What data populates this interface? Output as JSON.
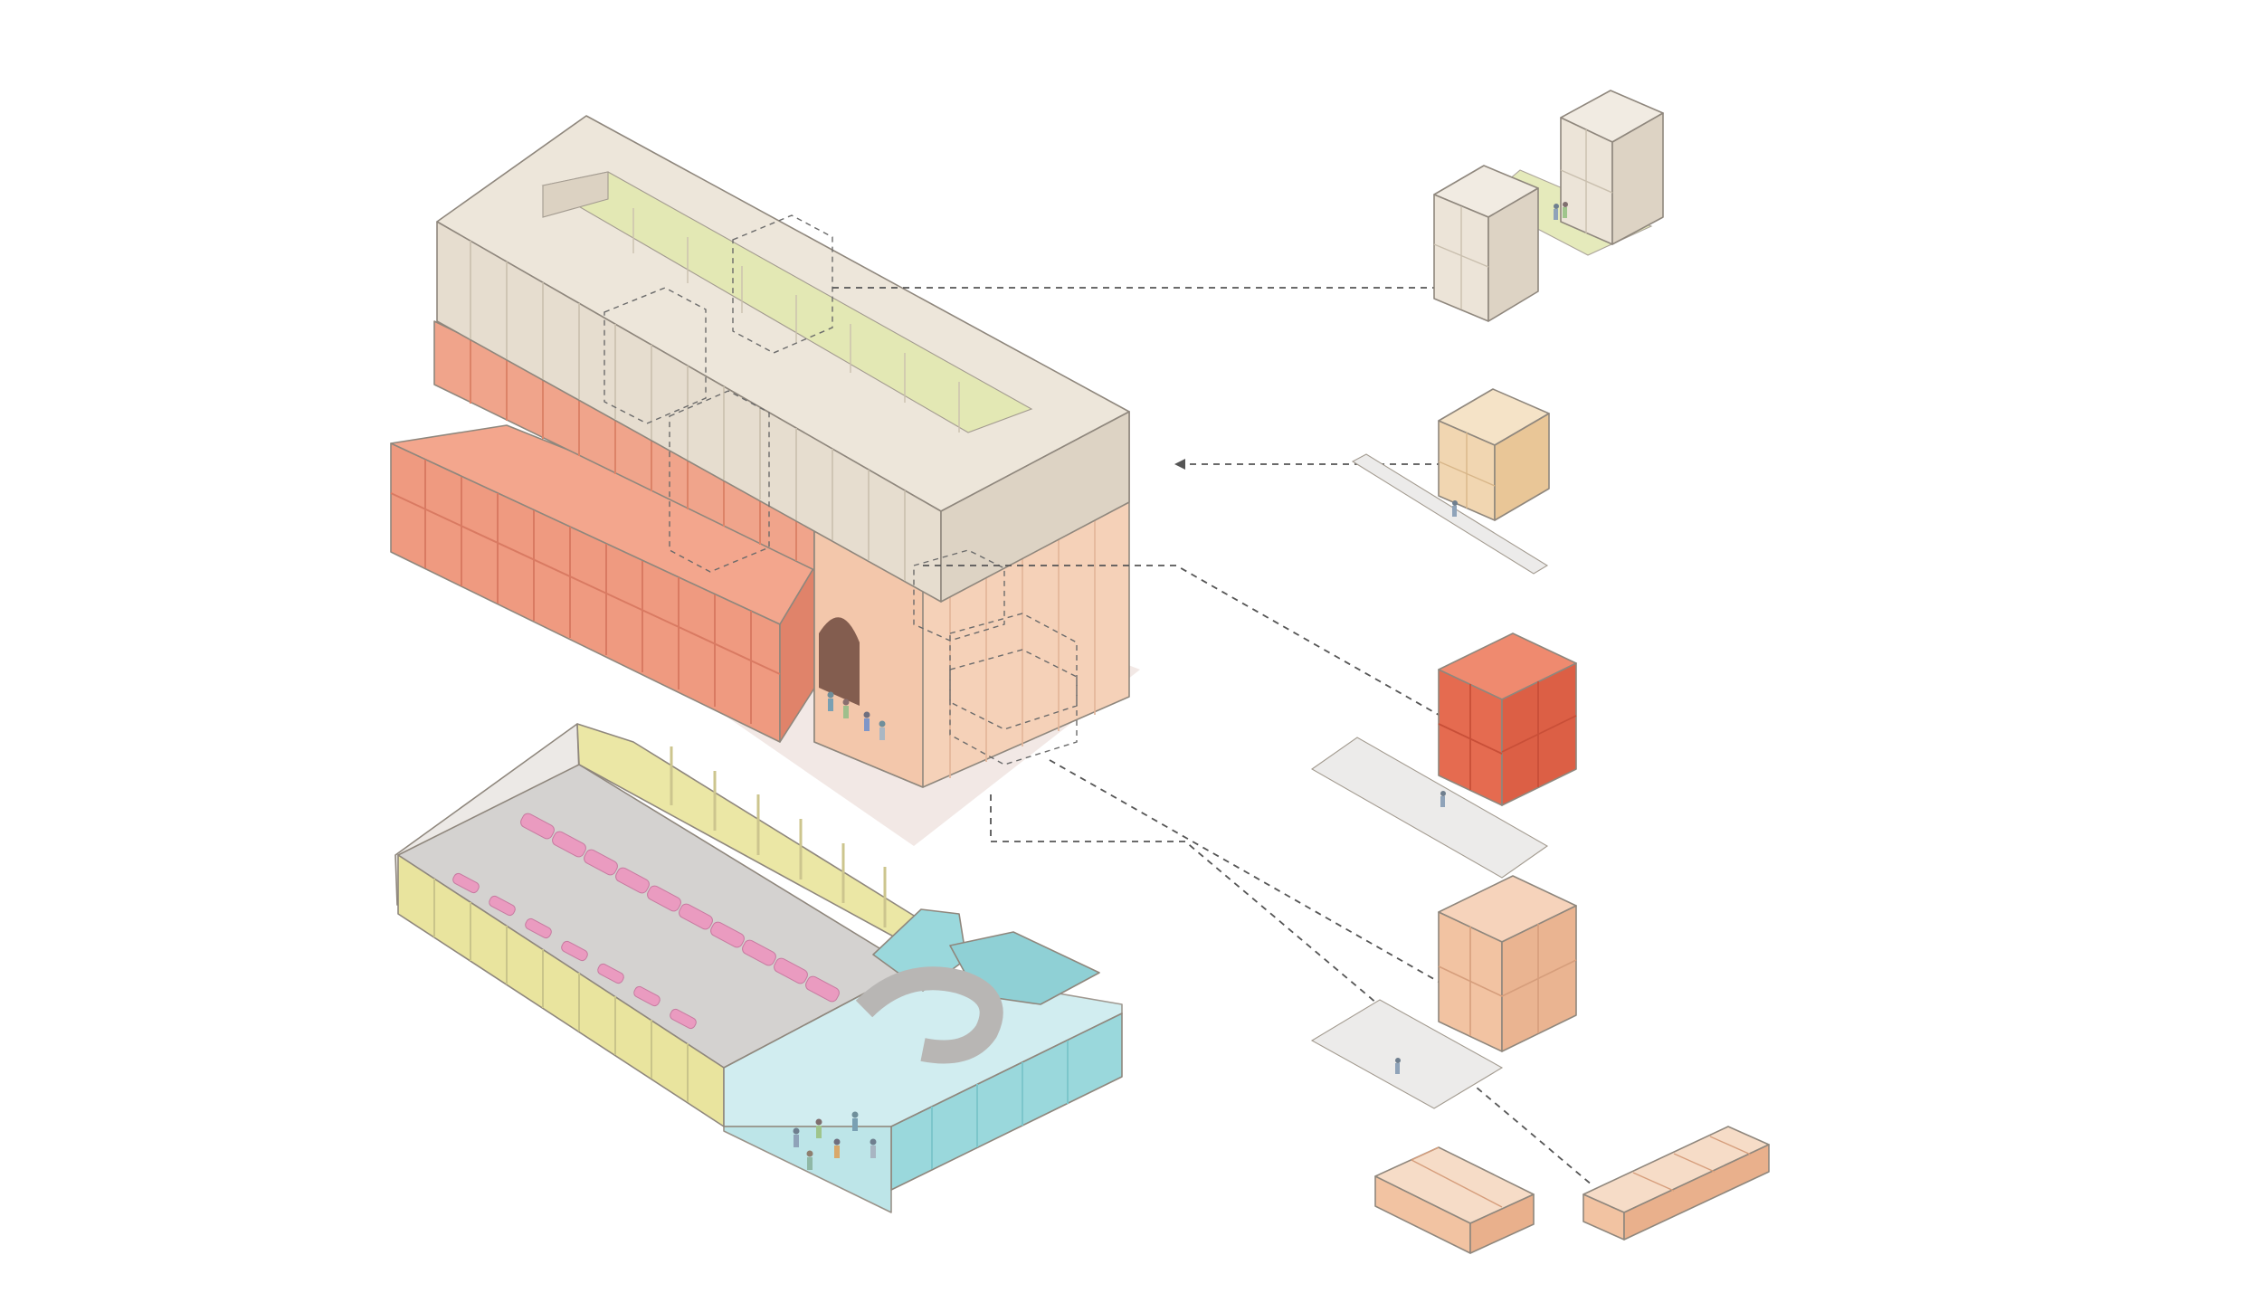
{
  "diagram": {
    "type": "axonometric exploded building diagram",
    "labels": [],
    "colors": {
      "upper_floors": "#ede6da",
      "upper_floors_side": "#ddd3c4",
      "courtyard_green": "#e3e8b4",
      "lower_block_salmon": "#ef9a80",
      "lower_block_salmon_dark": "#e6876c",
      "lower_block_peach": "#f4cdb4",
      "parking_yellow": "#ebe7a5",
      "parking_floor": "#d4d2d0",
      "parking_wall": "#c7c4c2",
      "cars_pink": "#ea9bc0",
      "ramp_cyan": "#9ad8dc",
      "ramp_cyan_dark": "#7cc6cb",
      "plaza_white": "#f1efee",
      "unit_beige": "#eee4d8",
      "unit_sand": "#f1d6b1",
      "unit_red": "#e56b50",
      "unit_peach": "#f2c3a2",
      "leader_line": "#555555"
    },
    "modules": [
      {
        "id": "module-twin-housing",
        "description_icon": "twin-tower-unit-icon"
      },
      {
        "id": "module-studio-walkway",
        "description_icon": "studio-unit-icon"
      },
      {
        "id": "module-red-frame",
        "description_icon": "red-frame-unit-icon"
      },
      {
        "id": "module-peach-frame",
        "description_icon": "peach-frame-unit-icon"
      },
      {
        "id": "module-low-boxes",
        "description_icon": "low-box-unit-icon"
      }
    ]
  }
}
